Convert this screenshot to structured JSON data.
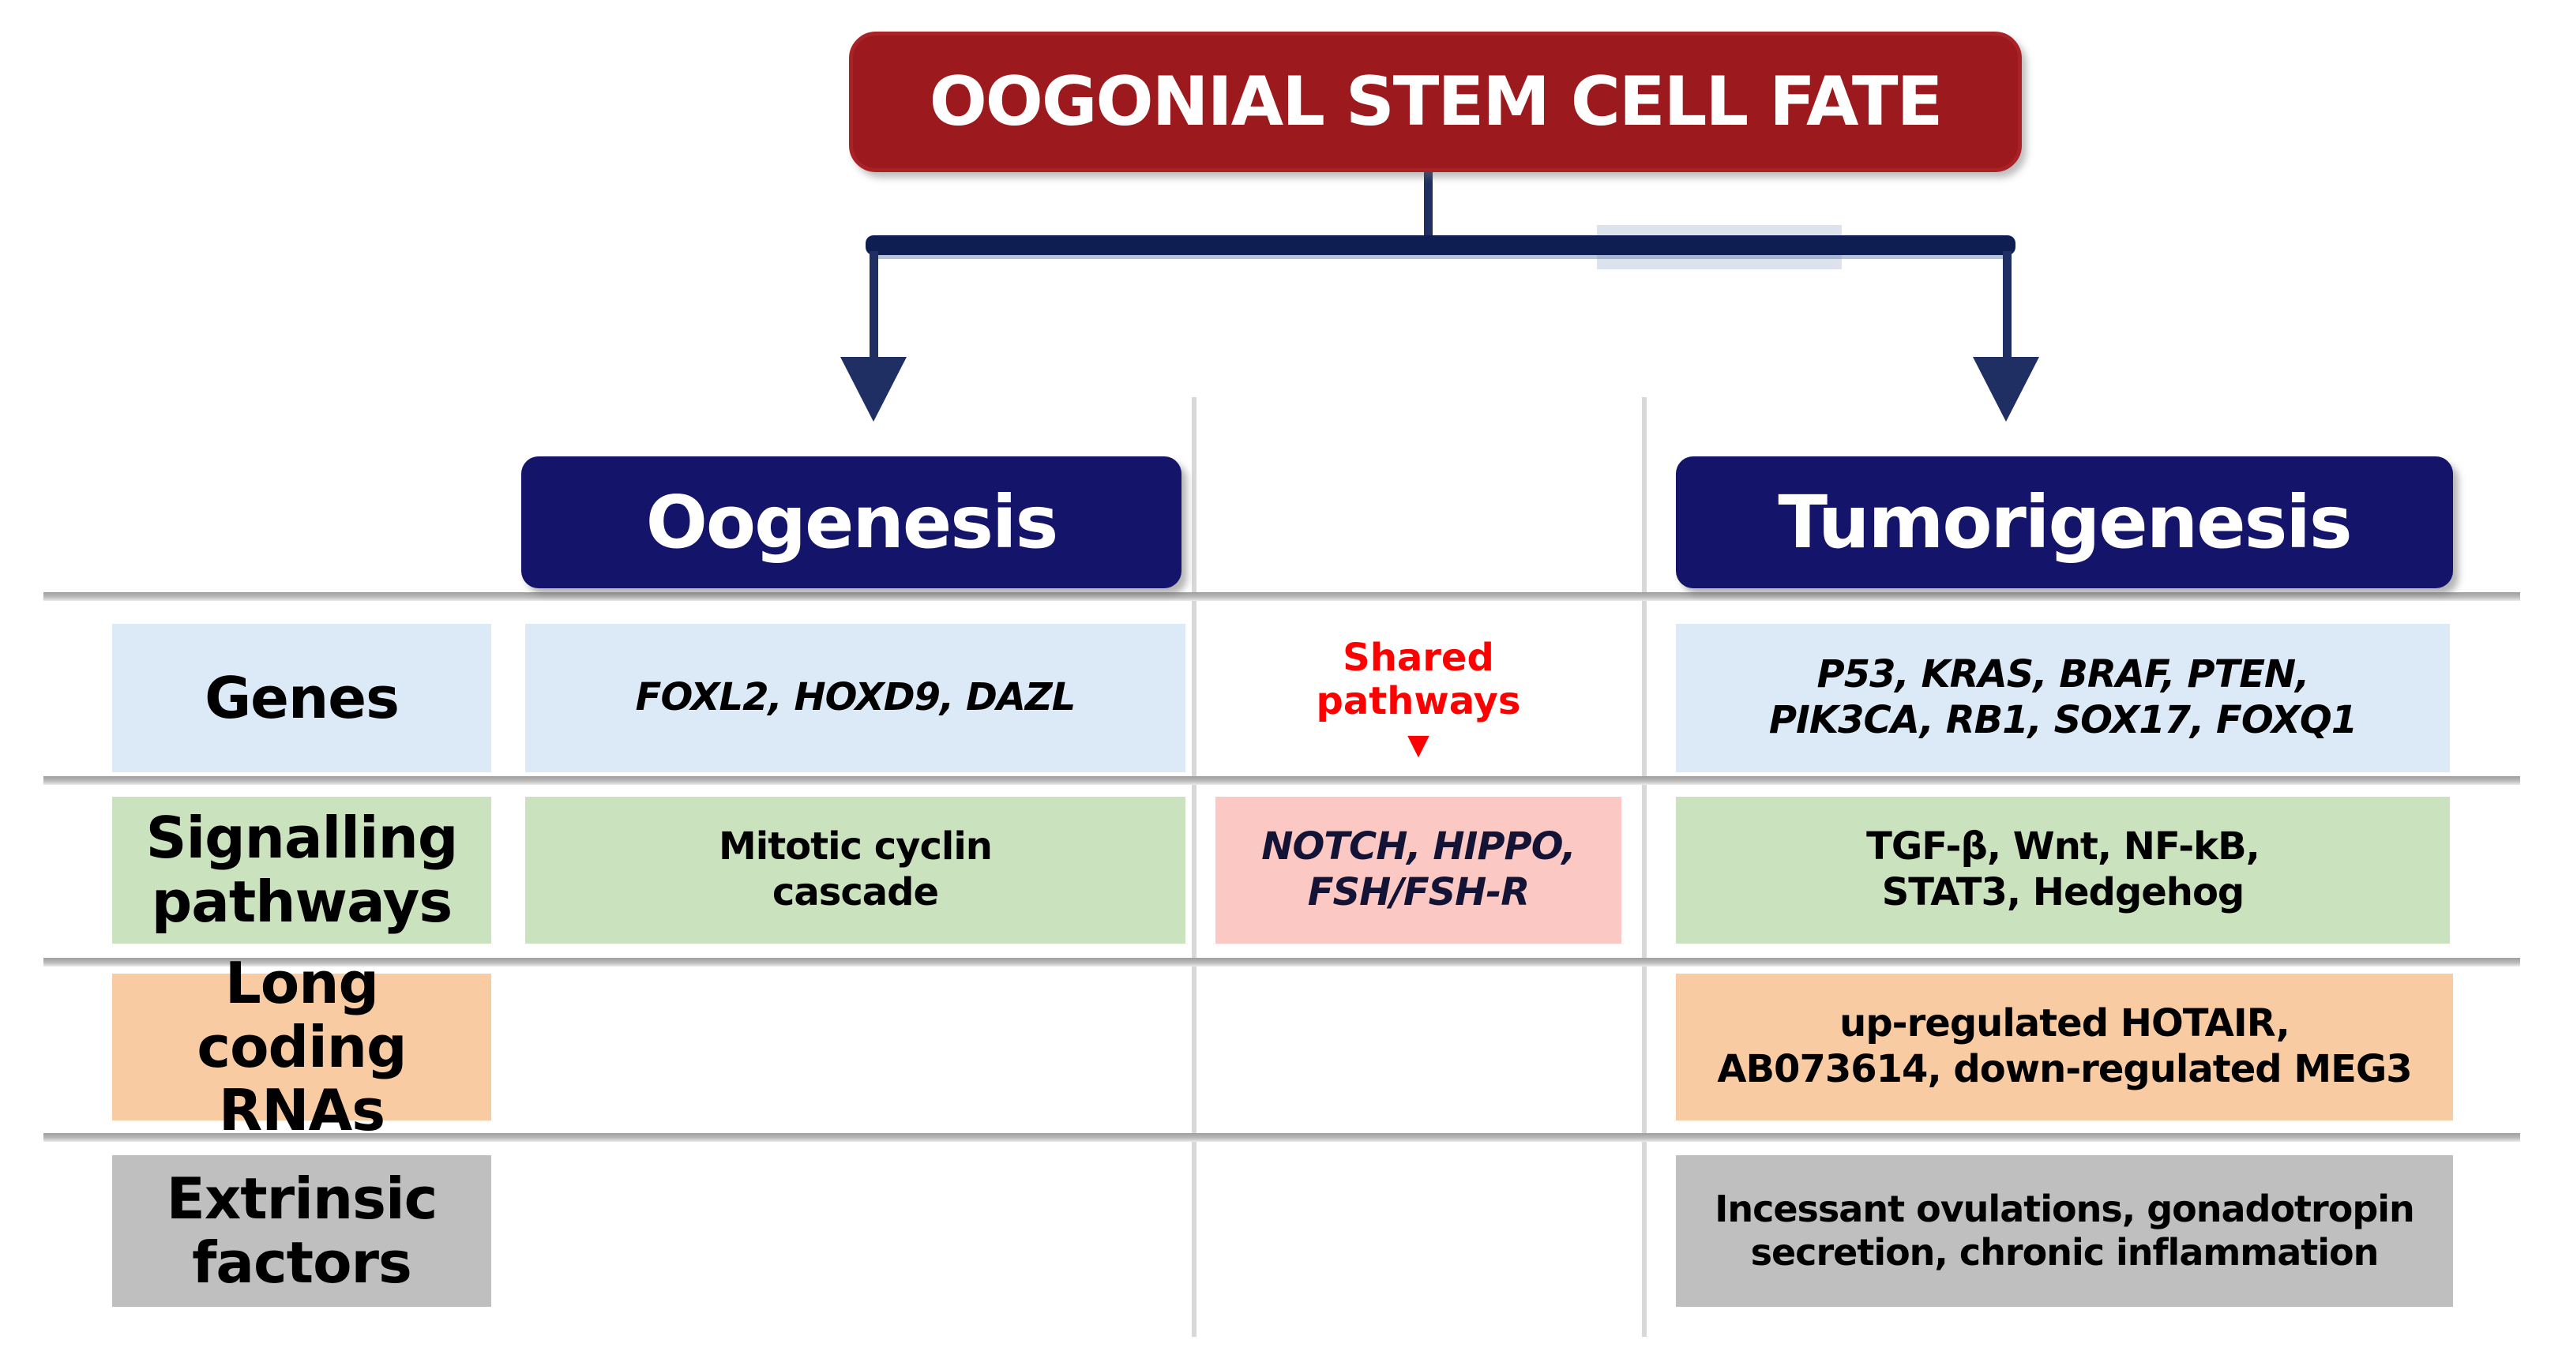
{
  "title": "OOGONIAL STEM CELL FATE",
  "branches": {
    "left_header": "Oogenesis",
    "right_header": "Tumorigenesis"
  },
  "center": {
    "label": "Shared\npathways",
    "arrow_glyph": "▼"
  },
  "rows": {
    "genes": {
      "label": "Genes",
      "oogenesis": "FOXL2, HOXD9, DAZL",
      "tumorigenesis": "P53, KRAS, BRAF, PTEN,\nPIK3CA, RB1, SOX17, FOXQ1"
    },
    "signalling": {
      "label": "Signalling\npathways",
      "oogenesis": "Mitotic cyclin\ncascade",
      "shared": "NOTCH, HIPPO,\nFSH/FSH-R",
      "tumorigenesis": "TGF-β, Wnt, NF-kB,\nSTAT3, Hedgehog"
    },
    "long_coding_rnas": {
      "label": "Long coding\nRNAs",
      "tumorigenesis": "up-regulated HOTAIR,\nAB073614, down-regulated MEG3"
    },
    "extrinsic_factors": {
      "label": "Extrinsic\nfactors",
      "tumorigenesis": "Incessant ovulations, gonadotropin\nsecretion, chronic inflammation"
    }
  },
  "colors": {
    "title_bg": "#9c1a1e",
    "header_bg": "#14146a",
    "genes_row_bg": "#dce9f6",
    "signalling_row_bg": "#cbe2be",
    "shared_box_bg": "#fbc8c4",
    "lncrna_row_bg": "#f9cba3",
    "extrinsic_row_bg": "#bfbfbf",
    "arrow_color": "#1f2f63",
    "shared_text_color": "#ff0000"
  }
}
